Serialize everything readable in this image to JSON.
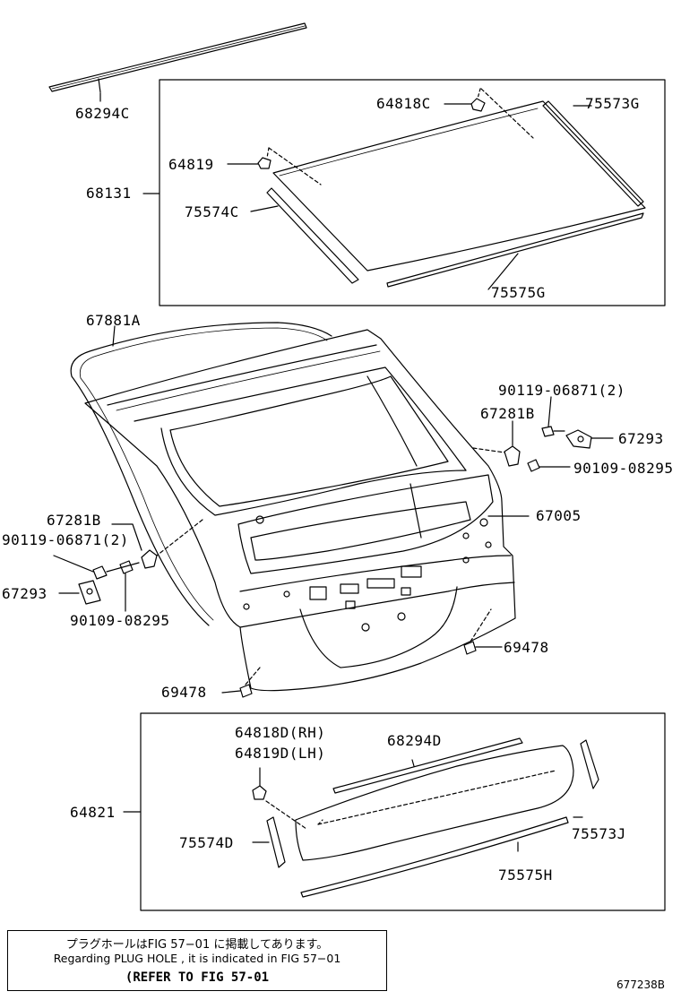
{
  "labels": {
    "l68294C": "68294C",
    "l64818C": "64818C",
    "l75573G": "75573G",
    "l64819": "64819",
    "l68131": "68131",
    "l75574C": "75574C",
    "l75575G": "75575G",
    "l67881A": "67881A",
    "l90119a": "90119-06871(2)",
    "l67281Ba": "67281B",
    "l67293a": "67293",
    "l90109a": "90109-08295",
    "l67005": "67005",
    "l67281Bb": "67281B",
    "l90119b": "90119-06871(2)",
    "l67293b": "67293",
    "l90109b": "90109-08295",
    "l69478a": "69478",
    "l69478b": "69478",
    "l64818D": "64818D(RH)",
    "l64819D": "64819D(LH)",
    "l68294D": "68294D",
    "l64821": "64821",
    "l75573J": "75573J",
    "l75574D": "75574D",
    "l75575H": "75575H"
  },
  "note": {
    "line1": "プラグホールはFIG 57−01 に掲載してあります。",
    "line2": "Regarding  PLUG  HOLE , it is indicated in FIG  57−01",
    "line3": "(REFER TO FIG 57-01"
  },
  "figure_id": "677238B"
}
